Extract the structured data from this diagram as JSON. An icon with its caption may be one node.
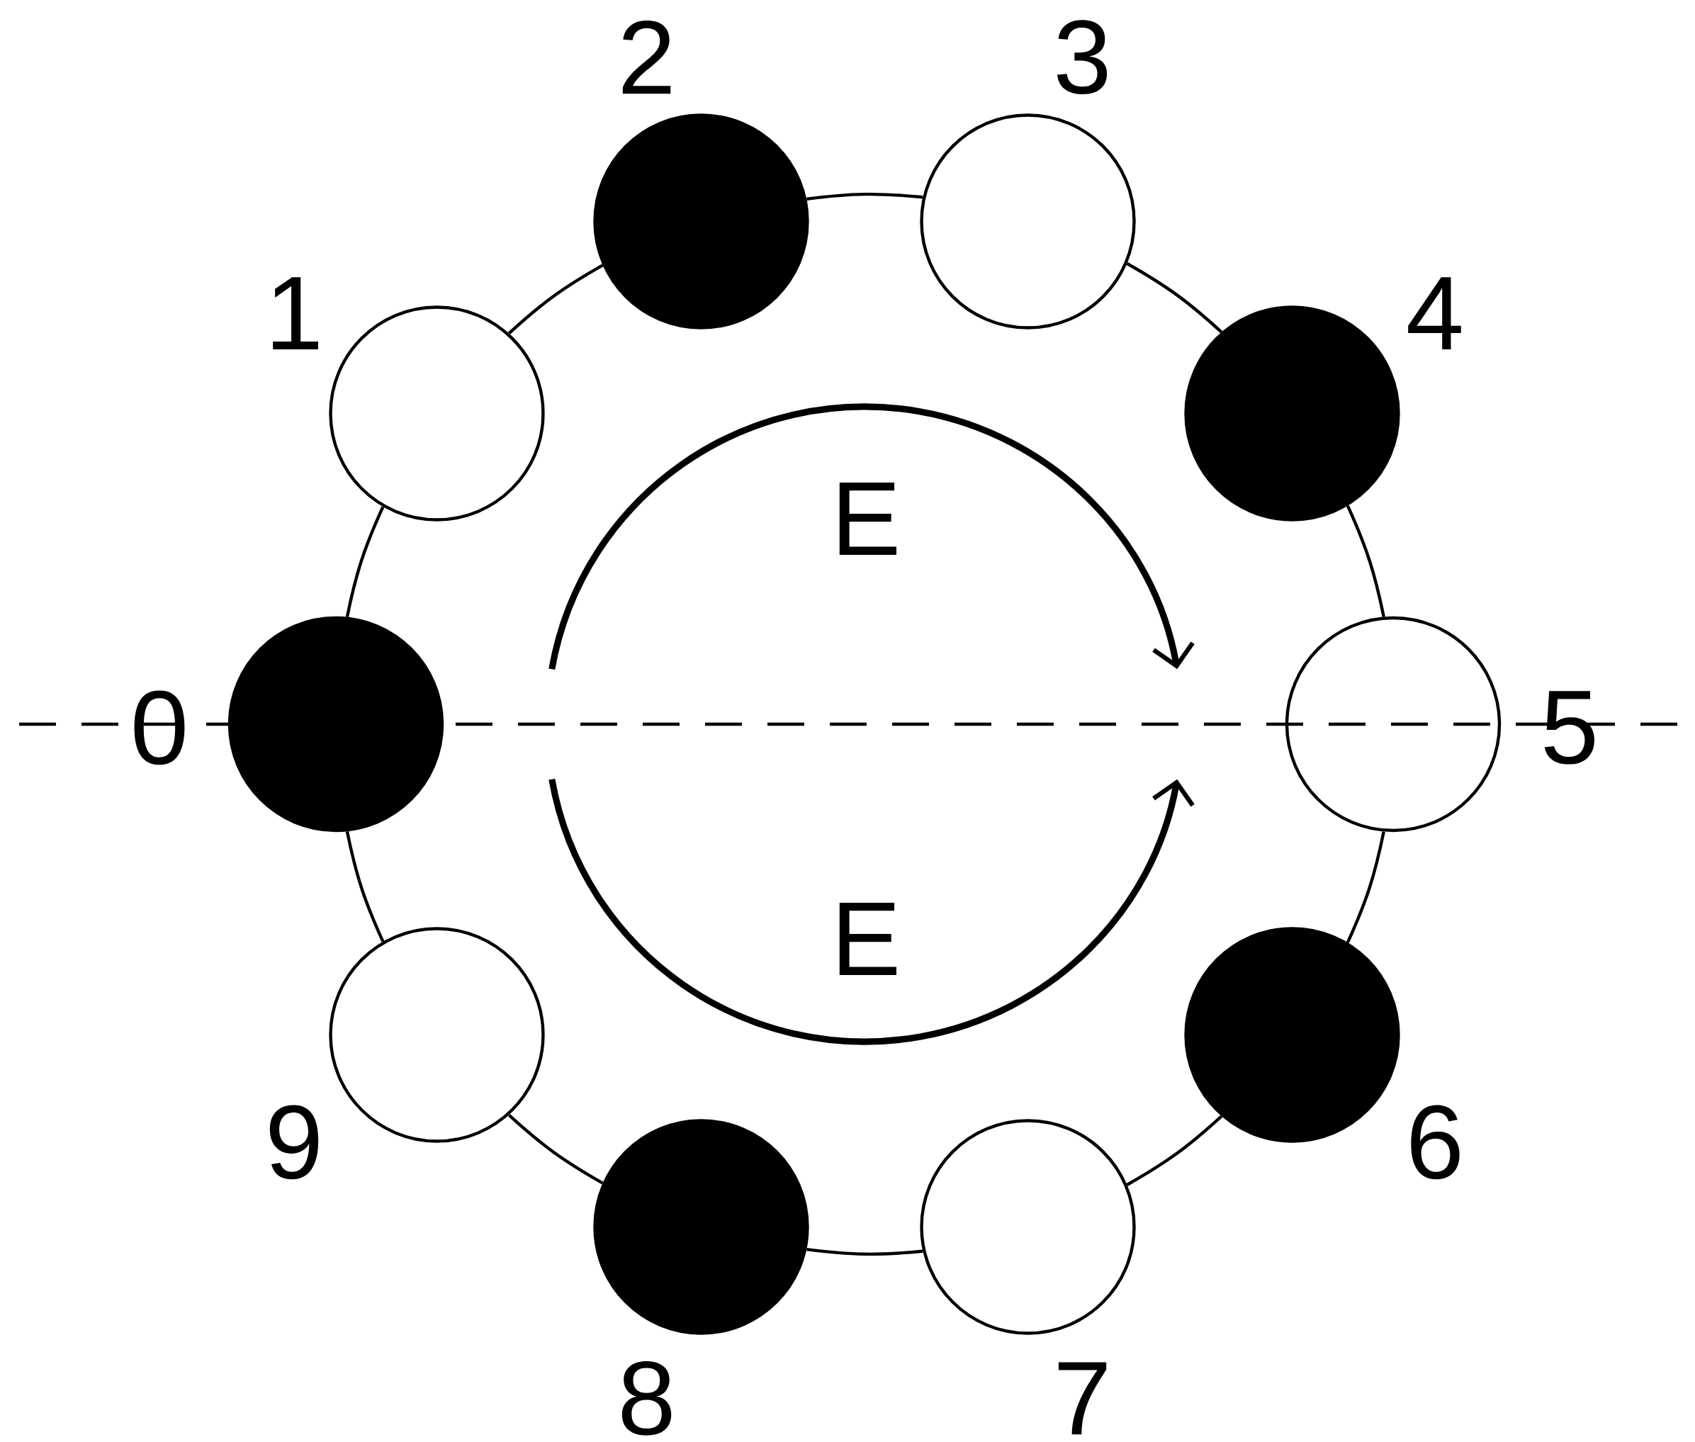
{
  "diagram": {
    "nodes": [
      {
        "text": [],
        "shape": "circle",
        "beside": [
          "0"
        ]
      },
      {
        "text": [],
        "shape": "circle",
        "beside": [
          "1"
        ]
      },
      {
        "text": [],
        "shape": "circle",
        "beside": [
          "2"
        ]
      },
      {
        "text": [],
        "shape": "circle",
        "beside": [
          "3"
        ]
      },
      {
        "text": [],
        "shape": "circle",
        "beside": [
          "4"
        ]
      },
      {
        "text": [],
        "shape": "circle",
        "beside": [
          "5"
        ]
      },
      {
        "text": [],
        "shape": "circle",
        "beside": [
          "6"
        ]
      },
      {
        "text": [],
        "shape": "circle",
        "beside": [
          "7"
        ]
      },
      {
        "text": [],
        "shape": "circle",
        "beside": [
          "8"
        ]
      },
      {
        "text": [],
        "shape": "circle",
        "beside": [
          "9"
        ]
      }
    ],
    "edges": [
      {
        "from": 0,
        "to": 1,
        "arrow": "none"
      },
      {
        "from": 1,
        "to": 2,
        "arrow": "none"
      },
      {
        "from": 2,
        "to": 3,
        "arrow": "none"
      },
      {
        "from": 3,
        "to": 4,
        "arrow": "none"
      },
      {
        "from": 4,
        "to": 5,
        "arrow": "none"
      },
      {
        "from": 5,
        "to": 6,
        "arrow": "none"
      },
      {
        "from": 6,
        "to": 7,
        "arrow": "none"
      },
      {
        "from": 7,
        "to": 8,
        "arrow": "none"
      },
      {
        "from": 8,
        "to": 9,
        "arrow": "none"
      },
      {
        "from": 9,
        "to": 0,
        "arrow": "none"
      }
    ],
    "labels": [
      "E",
      "E"
    ]
  }
}
